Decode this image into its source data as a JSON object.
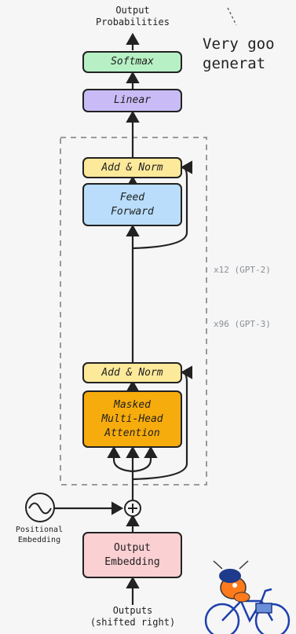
{
  "top_label": "Output\nProbabilities",
  "blocks": {
    "softmax": "Softmax",
    "linear": "Linear",
    "add_norm_top": "Add & Norm",
    "feed_forward": "Feed\nForward",
    "add_norm_bottom": "Add & Norm",
    "masked_attention": "Masked\nMulti-Head\nAttention",
    "output_embedding": "Output\nEmbedding"
  },
  "positional_label": "Positional\nEmbedding",
  "bottom_label": "Outputs\n(shifted right)",
  "repeat_labels": [
    "x12 (GPT-2)",
    "x96 (GPT-3)"
  ],
  "side_note": "Very goo\ngenerat",
  "colors": {
    "softmax": "#b6f0c4",
    "linear": "#c9bcf6",
    "add_norm": "#fde99a",
    "feed_forward": "#b9ddfb",
    "attention": "#f7ac0d",
    "embedding": "#fbd0d2"
  },
  "icons": [
    "plus-circle-icon",
    "sine-wave-icon",
    "bicycle-mascot-icon"
  ]
}
